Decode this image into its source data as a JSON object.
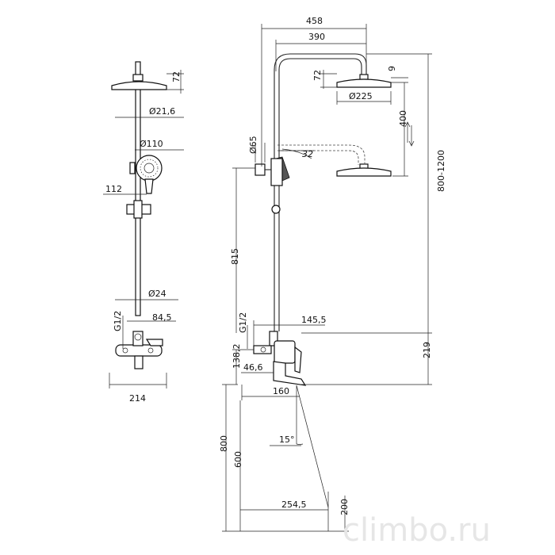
{
  "watermark": "climbo.ru",
  "left_view": {
    "dims": {
      "head_height": "72",
      "pipe_diameter": "Ø21,6",
      "handset_diameter": "Ø110",
      "holder_offset": "112",
      "riser_diameter": "Ø24",
      "thread": "G1/2",
      "mixer_offset": "84,5",
      "mixer_width": "214"
    }
  },
  "right_view": {
    "dims": {
      "total_reach": "458",
      "arm_reach": "390",
      "head_height": "72",
      "head_thickness": "9",
      "head_diameter": "Ø225",
      "slide_range": "400",
      "holder_diameter": "Ø65",
      "handset_angle": "32",
      "total_height": "800-1200",
      "holder_height": "815",
      "thread": "G1/2",
      "mixer_depth": "145,5",
      "mixer_height": "219",
      "inlet_height": "138,2",
      "inlet_offset": "46,6",
      "spout_reach": "160",
      "spout_angle": "15°",
      "mount_height_max": "800",
      "mount_height_min": "600",
      "jet_reach": "254,5",
      "jet_drop": "200"
    }
  }
}
